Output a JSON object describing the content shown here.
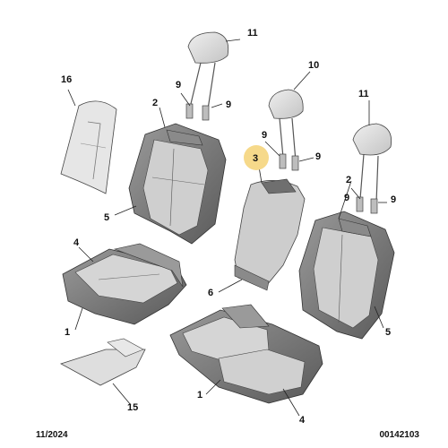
{
  "callouts": {
    "c1a": "1",
    "c1b": "1",
    "c2a": "2",
    "c2b": "2",
    "c3": "3",
    "c4a": "4",
    "c4b": "4",
    "c5a": "5",
    "c5b": "5",
    "c6": "6",
    "c9a": "9",
    "c9b": "9",
    "c9c": "9",
    "c9d": "9",
    "c9e": "9",
    "c9f": "9",
    "c10": "10",
    "c11a": "11",
    "c11b": "11",
    "c15": "15",
    "c16": "16"
  },
  "footer": {
    "date": "11/2024",
    "reference": "00142103"
  },
  "colors": {
    "highlight": "#f6d98a",
    "part_light": "#d9d9d9",
    "part_dark": "#7a7a7a",
    "outline": "#333333"
  }
}
